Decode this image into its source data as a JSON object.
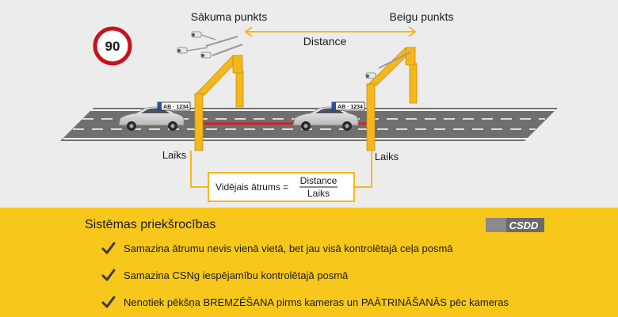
{
  "diagram": {
    "speed_limit": "90",
    "start_label": "Sākuma punkts",
    "end_label": "Beigu punkts",
    "distance_label": "Distance",
    "plate_text": "AB · 1234",
    "time_label_left": "Laiks",
    "time_label_right": "Laiks",
    "formula": {
      "lhs": "Vidējais ātrums =",
      "numerator": "Distance",
      "denominator": "Laiks"
    }
  },
  "panel": {
    "title": "Sistēmas priekšrocības",
    "logo_text": "CSDD",
    "advantages": [
      "Samazina ātrumu nevis vienā vietā, bet jau visā kontrolētajā ceļa posmā",
      "Samazina CSNg iespējamību kontrolētajā posmā",
      "Nenotiek pēkšņa BREMZĒŠANA pirms kameras un PAĀTRINĀŠANĀS pēc kameras"
    ]
  },
  "colors": {
    "yellow": "#f8c71b",
    "gantry": "#f5b81c",
    "road": "#6f6f6f",
    "segment_red": "#d81e1e",
    "speed_sign_border": "#c4141c"
  }
}
